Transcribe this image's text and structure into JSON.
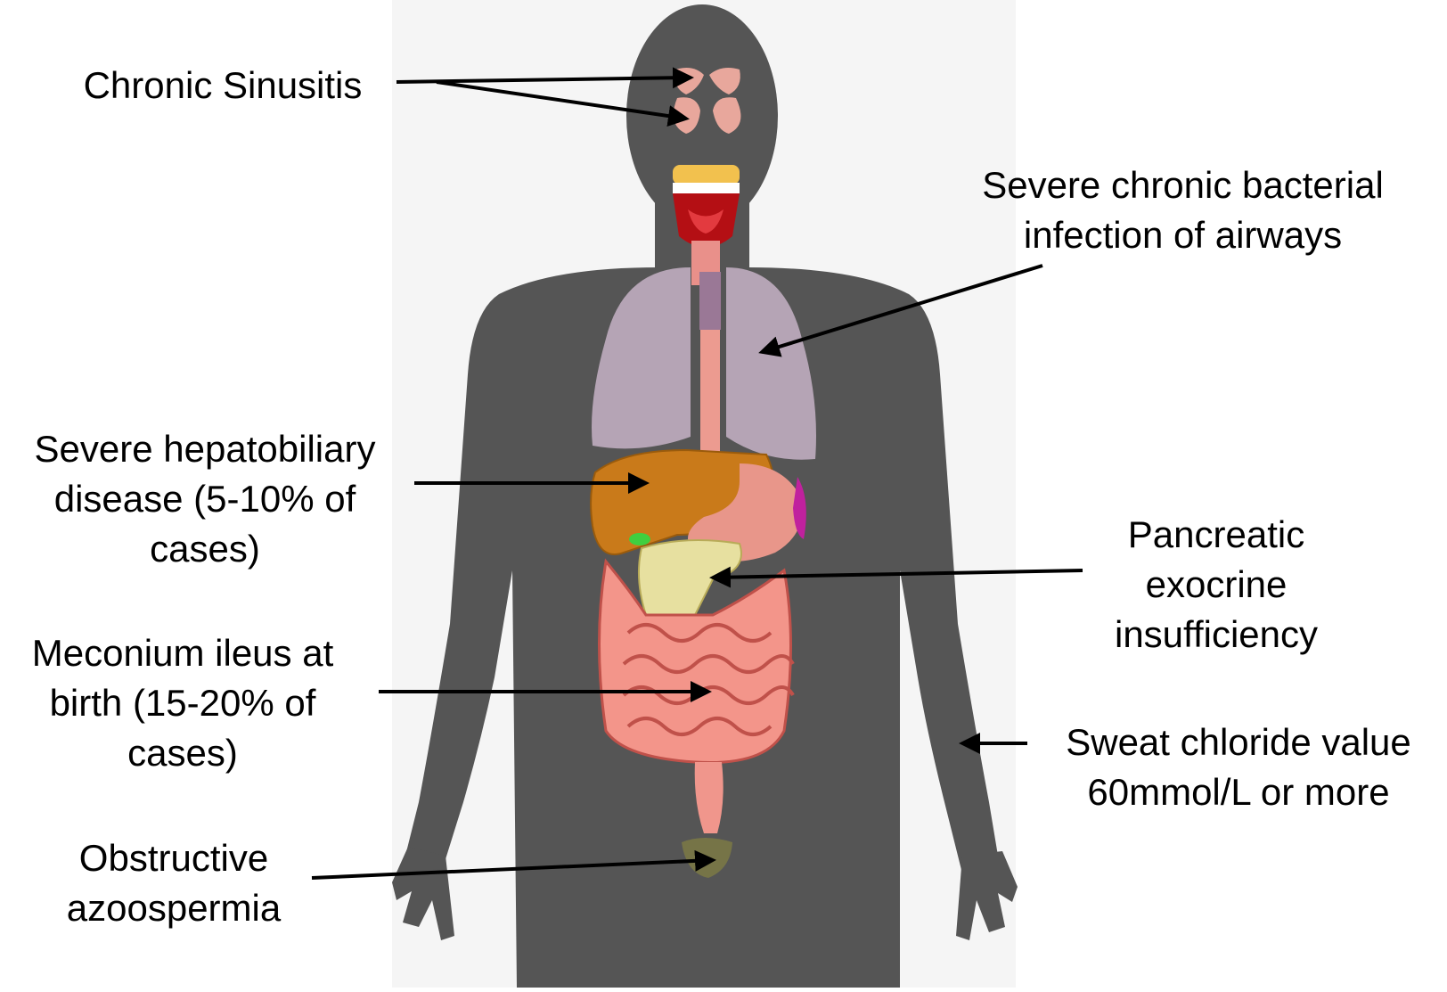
{
  "labels": {
    "chronic_sinusitis": {
      "lines": [
        "Chronic Sinusitis"
      ]
    },
    "airway_infection": {
      "lines": [
        "Severe chronic bacterial",
        "infection of airways"
      ]
    },
    "hepatobiliary": {
      "lines": [
        "Severe hepatobiliary",
        "disease (5-10% of",
        "cases)"
      ]
    },
    "pancreatic": {
      "lines": [
        "Pancreatic",
        "exocrine",
        "insufficiency"
      ]
    },
    "meconium": {
      "lines": [
        "Meconium ileus at",
        "birth (15-20% of",
        "cases)"
      ]
    },
    "sweat": {
      "lines": [
        "Sweat chloride value",
        "60mmol/L or more"
      ]
    },
    "azoospermia": {
      "lines": [
        "Obstructive",
        "azoospermia"
      ]
    }
  },
  "colors": {
    "body": "#555555",
    "background_panel": "#f5f5f5",
    "lungs": "#b5a4b5",
    "liver": "#c97a1a",
    "stomach": "#e8968a",
    "pancreas": "#e7e0a0",
    "intestine": "#f3958a",
    "sinus": "#e8a79c",
    "arrow": "#000000"
  }
}
